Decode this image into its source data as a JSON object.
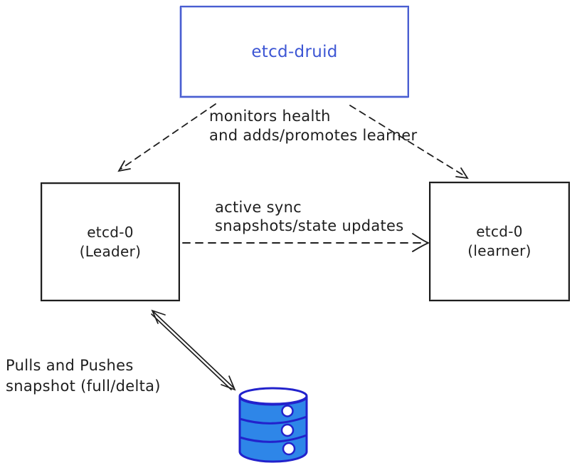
{
  "diagram": {
    "background": "#ffffff",
    "colors": {
      "druid_border": "#4a5ed1",
      "druid_text": "#3d56d4",
      "ink": "#1e1e1e",
      "database_fill": "#2e86e8",
      "database_stroke": "#2222cc"
    },
    "nodes": {
      "druid": {
        "label": "etcd-druid"
      },
      "leader": {
        "line1": "etcd-0",
        "line2": "(Leader)"
      },
      "learner": {
        "line1": "etcd-0",
        "line2": "(learner)"
      }
    },
    "labels": {
      "monitor": {
        "line1": "monitors health",
        "line2": "and adds/promotes learner"
      },
      "sync": {
        "line1": "active sync",
        "line2": "snapshots/state updates"
      },
      "snapshot": {
        "line1": "Pulls and Pushes",
        "line2": "snapshot (full/delta)"
      }
    },
    "icons": {
      "database": "database-cylinder-icon"
    }
  }
}
